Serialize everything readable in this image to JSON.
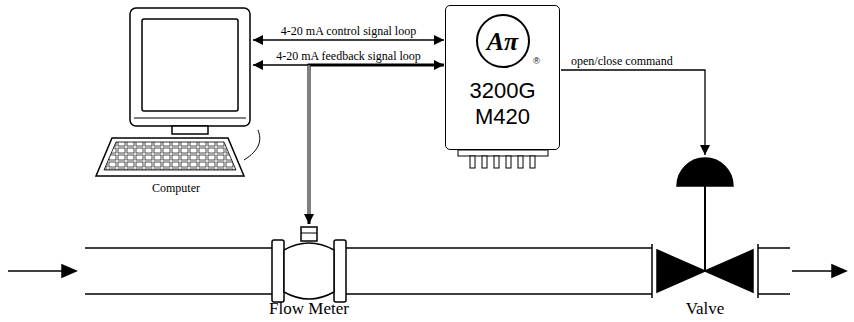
{
  "diagram": {
    "nodes": [
      {
        "text": [
          "Computer"
        ]
      },
      {
        "text": [
          "Aπ",
          "®",
          "3200G M420"
        ]
      },
      {
        "text": [
          "Flow Meter"
        ]
      },
      {
        "text": [
          "Valve"
        ]
      }
    ],
    "edges": [
      {
        "from": 0,
        "to": 1,
        "label": "4-20 mA control signal loop",
        "arrow": "both"
      },
      {
        "from": 0,
        "to": 1,
        "label": "4-20 mA feedback signal loop",
        "arrow": "both"
      },
      {
        "from": 1,
        "to": 2,
        "arrow": "to"
      },
      {
        "from": 1,
        "to": 3,
        "label": "open/close command",
        "arrow": "to"
      }
    ]
  }
}
